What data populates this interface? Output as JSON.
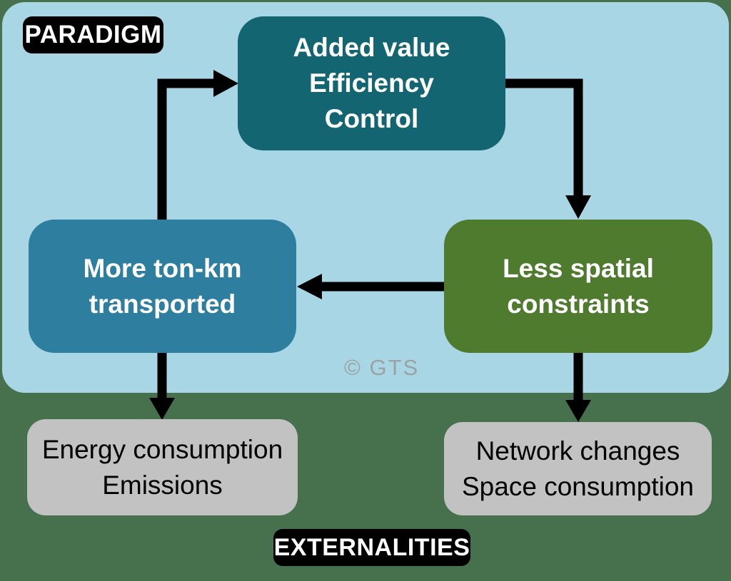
{
  "palette": {
    "background_green": "#47714D",
    "panel_blue": "#A9D6E5",
    "node_teal": "#136571",
    "node_blue": "#2E7EA0",
    "node_green": "#4E7B2D",
    "node_gray": "#C2C2C2",
    "arrow_black": "#000000",
    "tag_background": "#000000",
    "tag_text": "#FFFFFF",
    "watermark_gray": "#9AA3A3"
  },
  "labels": {
    "paradigm": "PARADIGM",
    "externalities": "EXTERNALITIES"
  },
  "watermark": "© GTS",
  "nodes": {
    "added_value": {
      "lines": [
        "Added value",
        "Efficiency",
        "Control"
      ]
    },
    "more_tonkm": {
      "lines": [
        "More ton-km",
        "transported"
      ]
    },
    "less_spatial": {
      "lines": [
        "Less spatial",
        "constraints"
      ]
    },
    "energy": {
      "lines": [
        "Energy consumption",
        "Emissions"
      ]
    },
    "network": {
      "lines": [
        "Network changes",
        "Space consumption"
      ]
    }
  },
  "edges": [
    {
      "from": "more_tonkm",
      "to": "added_value"
    },
    {
      "from": "added_value",
      "to": "less_spatial"
    },
    {
      "from": "less_spatial",
      "to": "more_tonkm"
    },
    {
      "from": "more_tonkm",
      "to": "energy"
    },
    {
      "from": "less_spatial",
      "to": "network"
    }
  ]
}
